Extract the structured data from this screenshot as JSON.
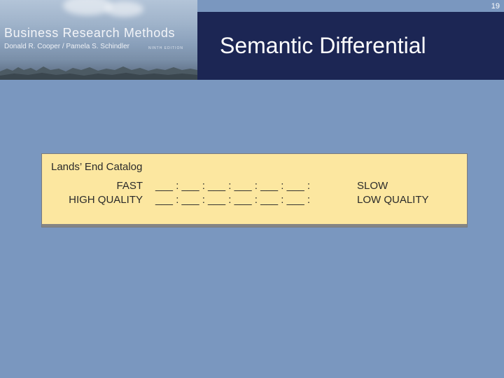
{
  "slide": {
    "number": "19"
  },
  "header": {
    "book_title": "Business Research Methods",
    "authors": "Donald R. Cooper / Pamela S. Schindler",
    "edition": "NINTH EDITION",
    "page_title": "Semantic Differential"
  },
  "exhibit": {
    "title": "Lands’ End Catalog",
    "rows": [
      {
        "left": "FAST",
        "scale": "___ : ___ : ___ : ___ : ___ : ___ :",
        "right": "SLOW"
      },
      {
        "left": "HIGH QUALITY",
        "scale": "___ : ___ : ___ : ___ : ___ : ___ :",
        "right": "LOW QUALITY"
      }
    ]
  }
}
